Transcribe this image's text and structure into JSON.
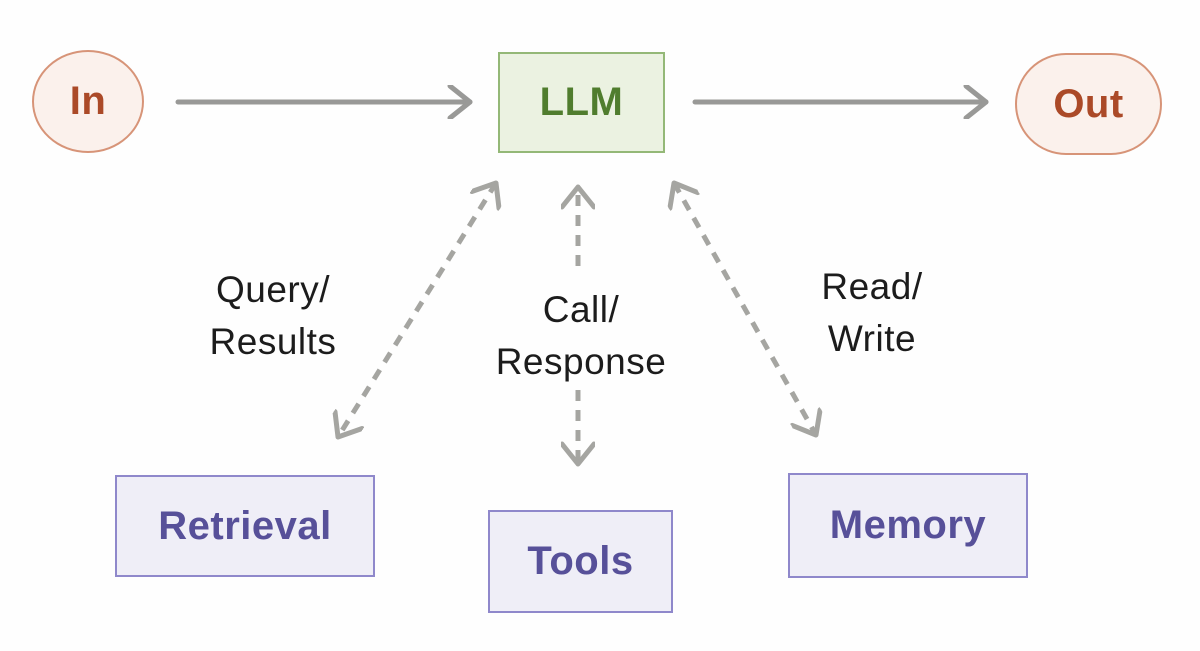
{
  "nodes": {
    "in": {
      "label": "In"
    },
    "llm": {
      "label": "LLM"
    },
    "out": {
      "label": "Out"
    },
    "retrieval": {
      "label": "Retrieval"
    },
    "tools": {
      "label": "Tools"
    },
    "memory": {
      "label": "Memory"
    }
  },
  "edge_labels": {
    "retrieval": {
      "line1": "Query/",
      "line2": "Results"
    },
    "tools": {
      "line1": "Call/",
      "line2": "Response"
    },
    "memory": {
      "line1": "Read/",
      "line2": "Write"
    }
  },
  "colors": {
    "background": "#fefefe",
    "arrow_solid": "#999997",
    "arrow_dashed": "#a5a5a1",
    "in_out_fill": "#fbf1ec",
    "in_out_border": "#d79478",
    "in_out_text": "#ab4a28",
    "llm_fill": "#ebf2e1",
    "llm_border": "#94b877",
    "llm_text": "#507d2e",
    "module_fill": "#efeef7",
    "module_border": "#8f88cb",
    "module_text": "#575099",
    "label_text": "#1c1c1c"
  }
}
